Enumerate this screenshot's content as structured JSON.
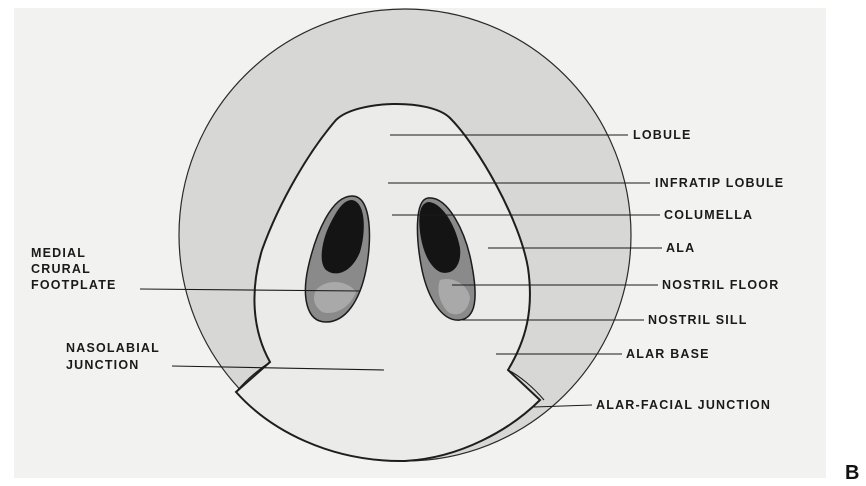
{
  "panel_letter": "B",
  "labels": {
    "lobule": "LOBULE",
    "infratip_lobule": "INFRATIP LOBULE",
    "columella": "COLUMELLA",
    "ala": "ALA",
    "medial_crural_footplate_l1": "MEDIAL",
    "medial_crural_footplate_l2": "CRURAL",
    "medial_crural_footplate_l3": "FOOTPLATE",
    "nostril_floor": "NOSTRIL FLOOR",
    "nostril_sill": "NOSTRIL SILL",
    "nasolabial_junction_l1": "NASOLABIAL",
    "nasolabial_junction_l2": "JUNCTION",
    "alar_base": "ALAR BASE",
    "alar_facial_junction": "ALAR-FACIAL JUNCTION"
  }
}
